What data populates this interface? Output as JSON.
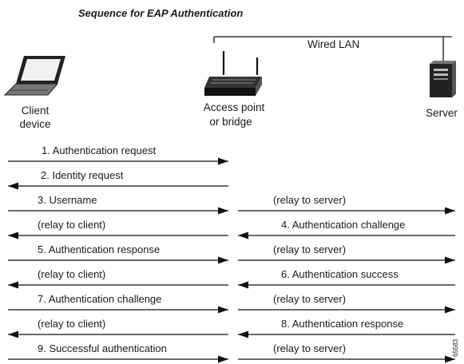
{
  "title": "Sequence for EAP Authentication",
  "network_label": "Wired LAN",
  "entities": {
    "client": {
      "label_line1": "Client",
      "label_line2": "device",
      "icon": "laptop-icon"
    },
    "access_point": {
      "label_line1": "Access point",
      "label_line2": "or bridge",
      "icon": "access-point-icon"
    },
    "server": {
      "label": "Server",
      "icon": "server-tower-icon"
    }
  },
  "rows": [
    {
      "left": {
        "text": "1. Authentication request",
        "dir": "right"
      }
    },
    {
      "left": {
        "text": "2. Identity request",
        "dir": "left"
      }
    },
    {
      "left": {
        "text": "3. Username",
        "dir": "right"
      },
      "right": {
        "text": "(relay to server)",
        "dir": "right"
      }
    },
    {
      "left": {
        "text": "(relay to client)",
        "dir": "left"
      },
      "right": {
        "text": "4. Authentication challenge",
        "dir": "left"
      }
    },
    {
      "left": {
        "text": "5. Authentication response",
        "dir": "right"
      },
      "right": {
        "text": "(relay to server)",
        "dir": "right"
      }
    },
    {
      "left": {
        "text": "(relay to client)",
        "dir": "left"
      },
      "right": {
        "text": "6. Authentication success",
        "dir": "left"
      }
    },
    {
      "left": {
        "text": "7. Authentication challenge",
        "dir": "right"
      },
      "right": {
        "text": "(relay to server)",
        "dir": "right"
      }
    },
    {
      "left": {
        "text": "(relay to client)",
        "dir": "left"
      },
      "right": {
        "text": "8. Authentication response",
        "dir": "left"
      }
    },
    {
      "left": {
        "text": "9. Successful authentication",
        "dir": "right"
      },
      "right": {
        "text": "(relay to server)",
        "dir": "right"
      }
    }
  ],
  "figure_id": "65583"
}
